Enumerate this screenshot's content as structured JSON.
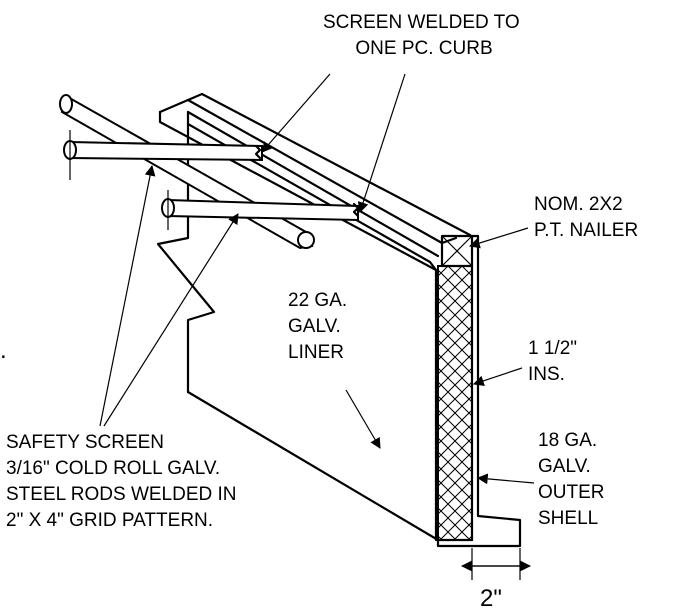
{
  "colors": {
    "ink": "#000000",
    "paper": "#ffffff"
  },
  "labels": {
    "screen_welded": [
      "SCREEN WELDED TO",
      "ONE PC. CURB"
    ],
    "nailer": [
      "NOM. 2X2",
      "P.T. NAILER"
    ],
    "liner": [
      "22 GA.",
      "GALV.",
      "LINER"
    ],
    "insulation": [
      "1 1/2\"",
      "INS."
    ],
    "outer_shell": [
      "18 GA.",
      "GALV.",
      "OUTER",
      "SHELL"
    ],
    "safety_screen": [
      "SAFETY SCREEN",
      "3/16\" COLD ROLL GALV.",
      "STEEL RODS WELDED IN",
      "2\" X 4\" GRID PATTERN."
    ],
    "dimension": "2\"",
    "cut_mark": "."
  }
}
